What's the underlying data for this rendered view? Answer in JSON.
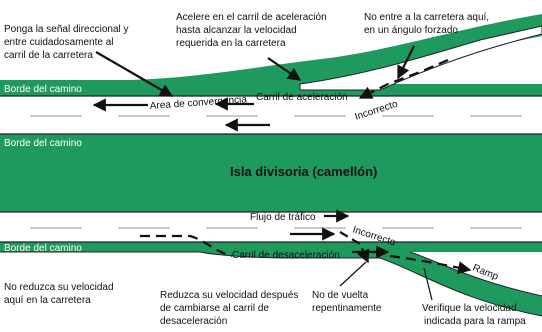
{
  "colors": {
    "grass": "#1f9a5e",
    "road": "#ffffff",
    "edge_line": "#222222",
    "lane_dash": "#b8b8b8",
    "arrow": "#111111",
    "text": "#111111"
  },
  "top_notes": {
    "signal": [
      "Ponga la señal direccional y",
      "entre cuidadosamente al",
      "carril de la carretera"
    ],
    "accelerate": [
      "Acelere en el carril de aceleración",
      "hasta alcanzar la velocidad",
      "requerida en la carretera"
    ],
    "no_enter": [
      "No entre a la carretera aquí,",
      "en un ángulo forzado"
    ]
  },
  "top_road": {
    "edge_label": "Borde del camino",
    "merge_label": "Area de convergencia",
    "accel_lane_label": "Carril de aceleración",
    "incorrect_label": "Incorrecto"
  },
  "island": {
    "edge_label": "Borde del camino",
    "title": "Isla divisoria (camellón)"
  },
  "bottom_road": {
    "flow_label": "Flujo de tráfico",
    "incorrect_label": "Incorrecto",
    "edge_label": "Borde del camino",
    "decel_lane_label": "Carril de desaceleración",
    "ramp_label": "Ramp"
  },
  "bottom_notes": {
    "no_reduce": [
      "No reduzca su velocidad",
      "aquí en la carretera"
    ],
    "reduce_after": [
      "Reduzca su velocidad después",
      "de cambiarse al carril de",
      "desaceleración"
    ],
    "no_turn": [
      "No de vuelta",
      "repentinamente"
    ],
    "verify": [
      "Verifique la velocidad",
      "indicada para la rampa"
    ]
  }
}
